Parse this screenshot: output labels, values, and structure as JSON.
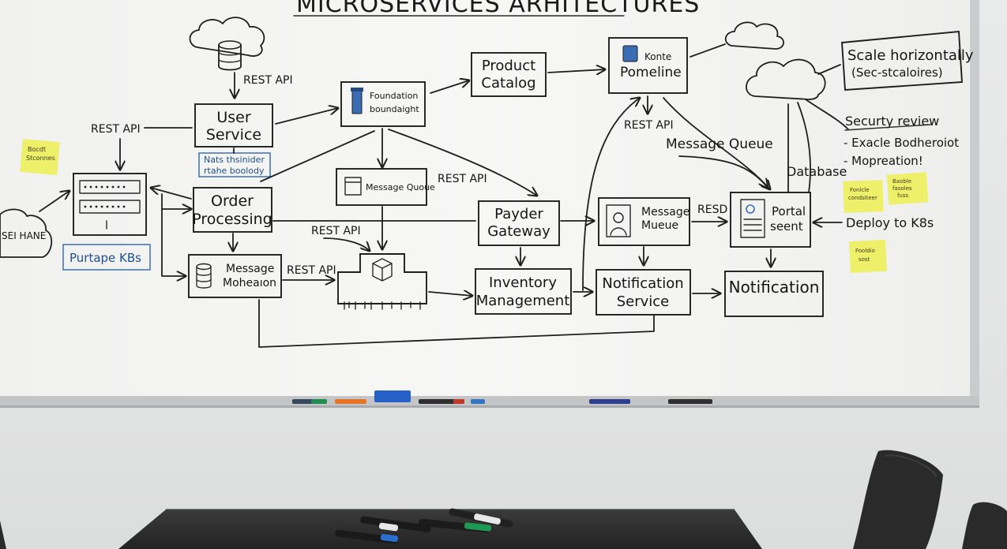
{
  "board": {
    "title": "MICROSERVICES ARHITECTURES",
    "colors": {
      "board": "#f3f3f2",
      "frame": "#b9bcbd",
      "sticky": "#eef06a",
      "table": "#2b2b2c",
      "wall": "#e4e5e5",
      "chair": "#2a2a2b",
      "ink": "#1f1f1f",
      "blue_ink": "#1d4f8c",
      "eraser": "#2460c8"
    },
    "nodes": {
      "user_service": [
        "User",
        "Service"
      ],
      "foundation": [
        "Foundation",
        "boundaight"
      ],
      "product_catalog": [
        "Product",
        "Catalog"
      ],
      "pipeline": [
        "Konte",
        "Pomeline"
      ],
      "order_processing": [
        "Order",
        "Processing"
      ],
      "message_queue_box": "Message Quoue",
      "payder_gateway": [
        "Payder",
        "Gateway"
      ],
      "message_mueue": [
        "Message",
        "Mueue"
      ],
      "portal": [
        "Portal",
        "seent"
      ],
      "message_moheaion": [
        "Message",
        "Moheaıon"
      ],
      "inventory": [
        "Inventory",
        "Management"
      ],
      "notification_service": [
        "Notification",
        "Service"
      ],
      "notification": "Notification"
    },
    "labels": {
      "rest_api_top": "REST API",
      "rest_api_left": "REST API",
      "rest_api_right_center": "REST API",
      "rest_api_mid": "REST API",
      "rest_api_bottom": "REST API",
      "rest_api_pipeline": "REST API",
      "message_queue": "Message Queue",
      "database": "Database",
      "resd": "RESD",
      "nats": [
        "Nats thsinider",
        "rtahe boolody"
      ],
      "purtape": "Purtape KBs",
      "sei_hane": "SEI HANE",
      "scale": [
        "Scale horizontally",
        "(Sec-stcaloires)"
      ],
      "security_review": "Securty review",
      "bullet_1": "- Exacle Bodheroiot",
      "bullet_2": "- Mopreation!",
      "deploy": "Deploy to K8s"
    },
    "sticky_notes": [
      [
        "Bocdt",
        "Stconnes"
      ],
      [
        "Fonlcle",
        "condsiteer"
      ],
      [
        "Baoble",
        "fasoles",
        "fuss"
      ],
      [
        "Fooldio",
        "sost"
      ]
    ],
    "markers_on_table": [
      "marker-black",
      "marker-black",
      "marker-green",
      "marker-green",
      "marker-blue"
    ]
  }
}
